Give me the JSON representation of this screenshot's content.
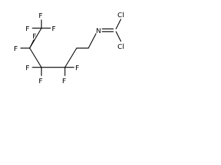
{
  "molecule": {
    "atom_labels": {
      "f1": "F",
      "f2": "F",
      "f3": "F",
      "f4": "F",
      "f5": "F",
      "f6": "F",
      "f7": "F",
      "f8": "F",
      "f9": "F",
      "n": "N",
      "cl1": "Cl",
      "cl2": "Cl"
    },
    "colors": {
      "bond": "#000000",
      "label": "#000000",
      "background": "#ffffff"
    }
  }
}
